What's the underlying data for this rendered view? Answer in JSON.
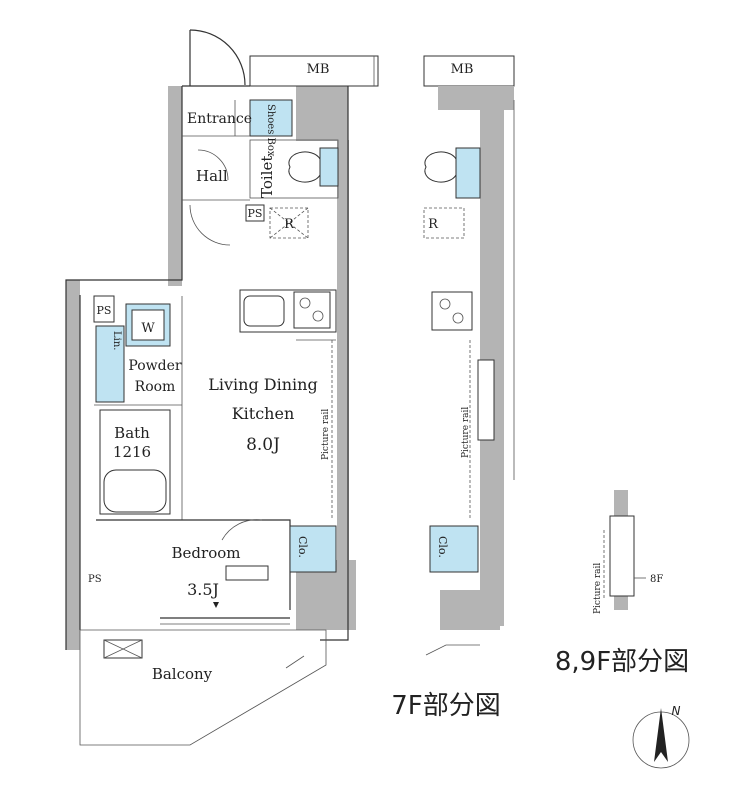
{
  "rooms": {
    "entrance": "Entrance",
    "shoes_box": "Shoes Box",
    "hall": "Hall",
    "toilet": "Toilet",
    "ps_top": "PS",
    "ps_left": "PS",
    "ps_side": "PS",
    "r_main": "R",
    "r_7f": "R",
    "mb_main": "MB",
    "mb_7f": "MB",
    "washer": "W",
    "linen": "Lin.",
    "powder_room_line1": "Powder",
    "powder_room_line2": "Room",
    "bath_line1": "Bath",
    "bath_line2": "1216",
    "ldk_line1": "Living Dining",
    "ldk_line2": "Kitchen",
    "ldk_size": "8.0J",
    "picture_rail_main": "Picture rail",
    "picture_rail_7f": "Picture rail",
    "picture_rail_89f": "Picture rail",
    "closet_main": "Clo.",
    "closet_7f": "Clo.",
    "bedroom": "Bedroom",
    "bedroom_size": "3.5J",
    "balcony": "Balcony"
  },
  "captions": {
    "floor_7f": "7F部分図",
    "floor_89f": "8,9F部分図",
    "floor_8f_note": "8F"
  },
  "compass": {
    "north": "N"
  },
  "colors": {
    "wall": "#b4b4b4",
    "fixture": "#bfe3f2",
    "line": "#333333"
  }
}
